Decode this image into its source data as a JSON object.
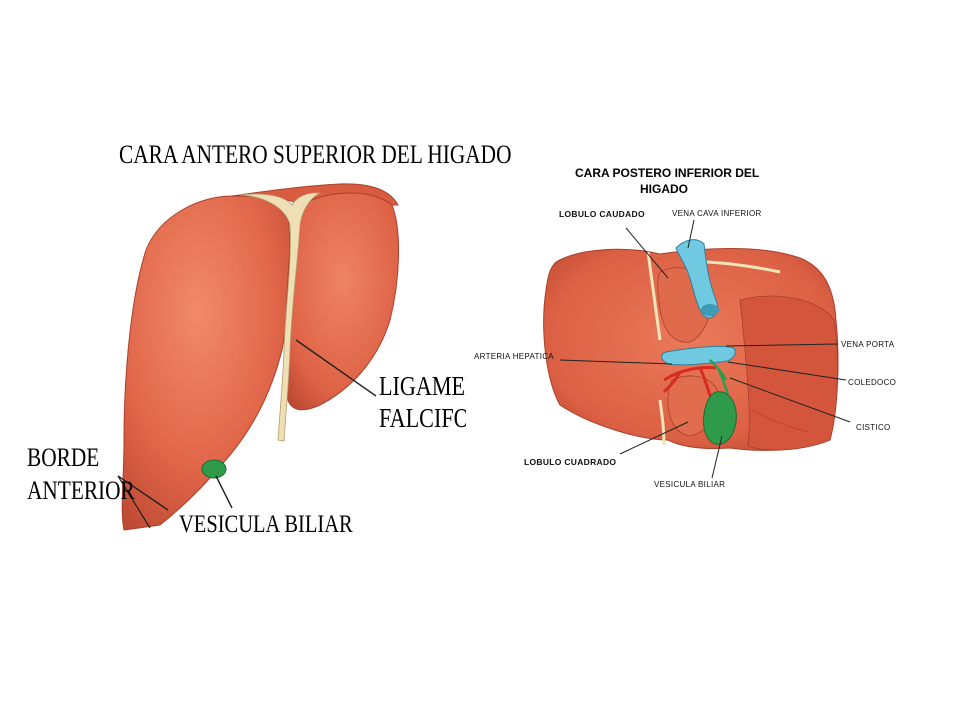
{
  "left_panel": {
    "title": "CARA ANTERO SUPERIOR DEL HIGADO",
    "labels": {
      "ligament_line1": "LIGAMENTO",
      "ligament_line2": "FALCIFORME",
      "borde_line1": "BORDE",
      "borde_line2": "ANTERIOR",
      "vesicula": "VESICULA BILIAR"
    }
  },
  "right_panel": {
    "title_line1": "CARA POSTERO INFERIOR DEL",
    "title_line2": "HIGADO",
    "labels": {
      "lobulo_caudado": "LOBULO CAUDADO",
      "vena_cava": "VENA CAVA INFERIOR",
      "arteria_hepatica": "ARTERIA HEPATICA",
      "vena_porta": "VENA PORTA",
      "coledoco": "COLEDOCO",
      "cistico": "CISTICO",
      "lobulo_cuadrado": "LOBULO CUADRADO",
      "vesicula_biliar": "VESICULA BILIAR"
    }
  },
  "colors": {
    "liver": "#e2674a",
    "liver_dark": "#b94430",
    "ligament": "#efe4b8",
    "gallbladder": "#2e9a4a",
    "vein_blue": "#6fc9e0",
    "artery_red": "#d62b1f"
  }
}
